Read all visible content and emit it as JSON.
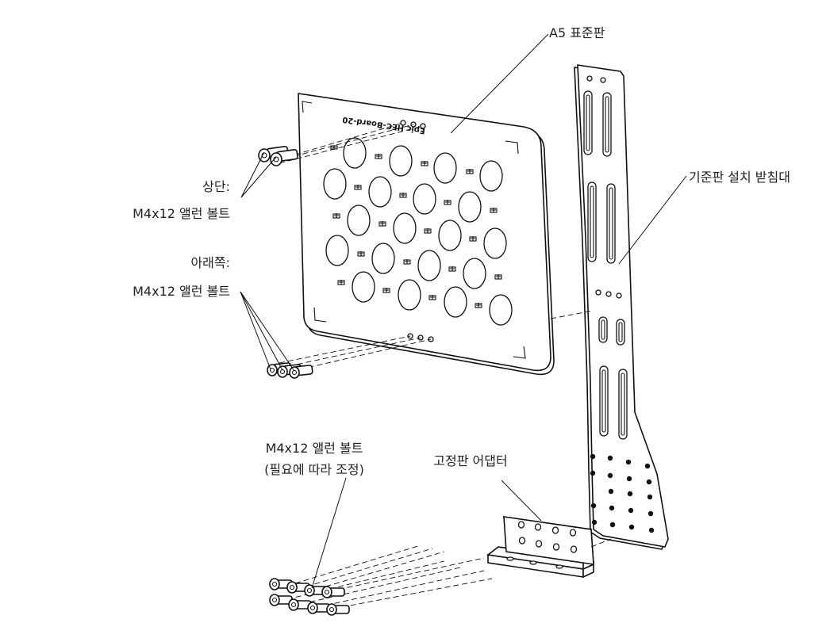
{
  "labels": {
    "plate": "A5 표준판",
    "stand": "기준판 설치 받침대",
    "top_bolts_title": "상단:",
    "top_bolts_spec": "M4x12 앨런 볼트",
    "bottom_bolts_title": "아래쪽:",
    "bottom_bolts_spec": "M4x12 앨런 볼트",
    "adj_bolts_spec": "M4x12 앨런 볼트",
    "adj_bolts_note": "(필요에 따라 조정)",
    "adapter": "고정판 어댑터"
  },
  "plate_stamp": "Epic HEC-Board-20"
}
